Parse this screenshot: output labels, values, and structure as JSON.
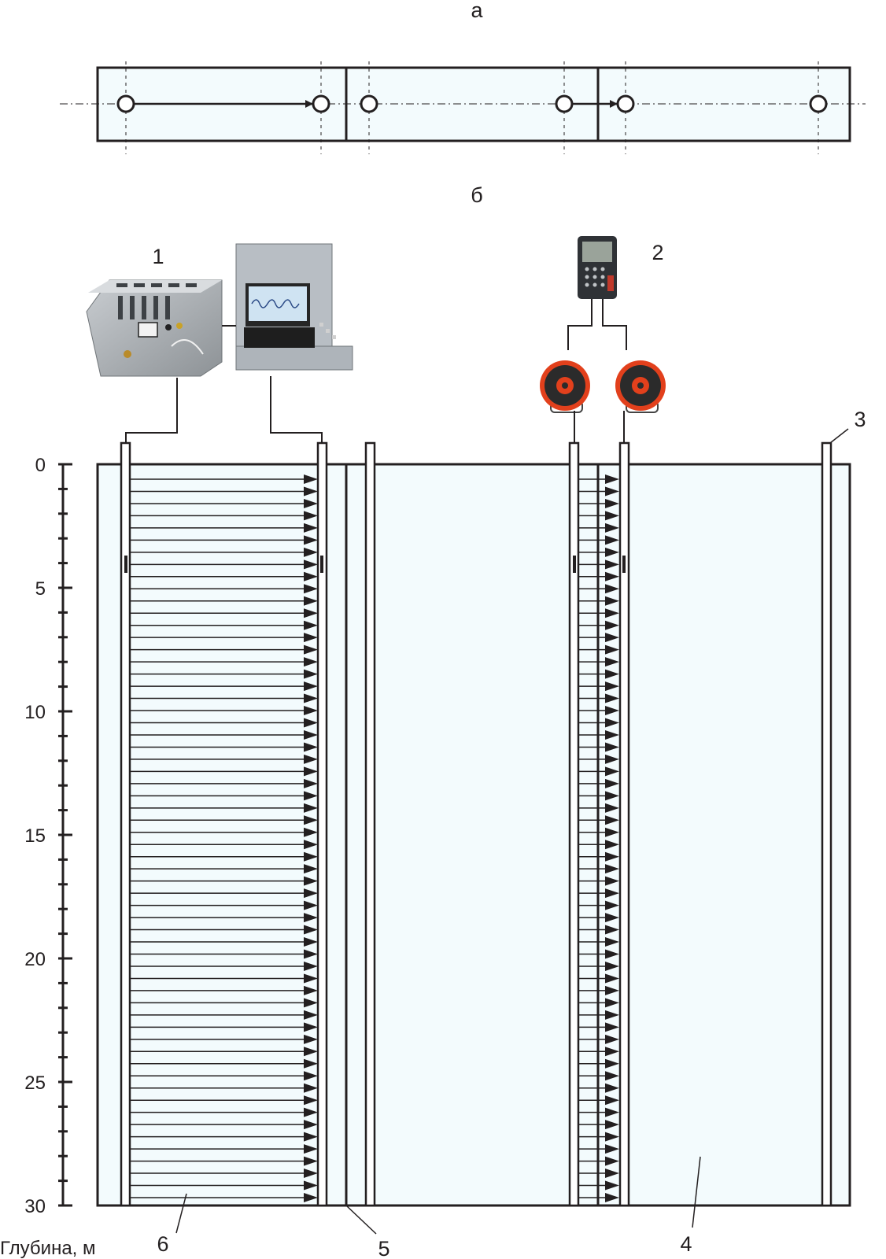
{
  "figure": {
    "part_a_label": "а",
    "part_b_label": "б"
  },
  "callouts": {
    "c1": "1",
    "c2": "2",
    "c3": "3",
    "c4": "4",
    "c5": "5",
    "c6": "6"
  },
  "depth_axis": {
    "title": "Глубина, м",
    "min": 0,
    "max": 30,
    "minor_step": 1,
    "major_ticks": [
      "0",
      "5",
      "10",
      "15",
      "20",
      "25",
      "30"
    ]
  },
  "survey": {
    "section_1_ray_count": 60,
    "section_2_ray_count": 60
  },
  "colors": {
    "line": "#231f20",
    "pile_fill": "#f3fbfd",
    "reel_orange": "#e2401c",
    "device_gray": "#a9aeb3",
    "screen_blue": "#cfe3f2"
  },
  "icons": {
    "item1": "seismic-station-with-laptop-icon",
    "item2": "handheld-recorder-icon",
    "reel": "cable-reel-icon"
  }
}
